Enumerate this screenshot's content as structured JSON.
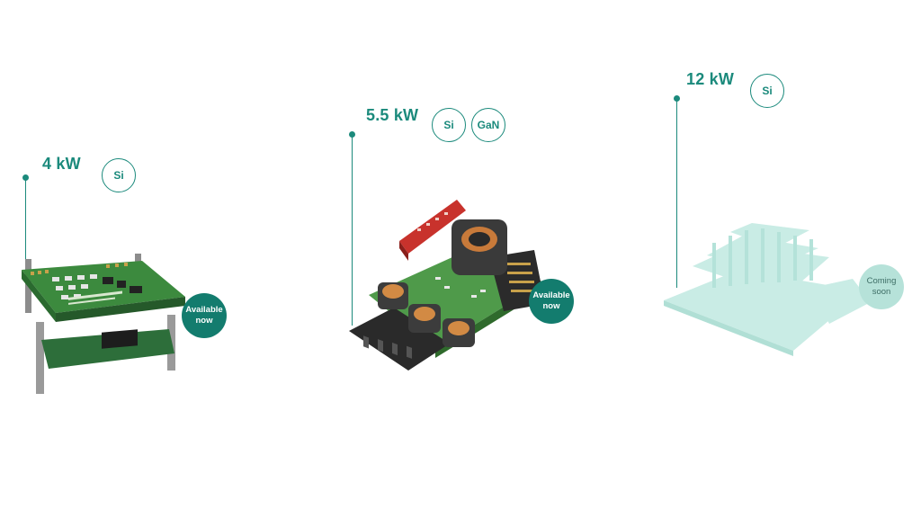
{
  "colors": {
    "accent": "#1b8a7c",
    "available_badge": "#137c6e",
    "coming_soon_badge": "#b6e2d9",
    "background": "#ffffff"
  },
  "products": [
    {
      "power": "4 kW",
      "chips": [
        "Si"
      ],
      "status": "Available now",
      "image_icon": "pcb-board-with-heatsink"
    },
    {
      "power": "5.5 kW",
      "chips": [
        "Si",
        "GaN"
      ],
      "status": "Available now",
      "image_icon": "pcb-board-with-inductors"
    },
    {
      "power": "12 kW",
      "chips": [
        "Si"
      ],
      "status": "Coming soon",
      "image_icon": "placeholder-board-silhouette"
    }
  ]
}
